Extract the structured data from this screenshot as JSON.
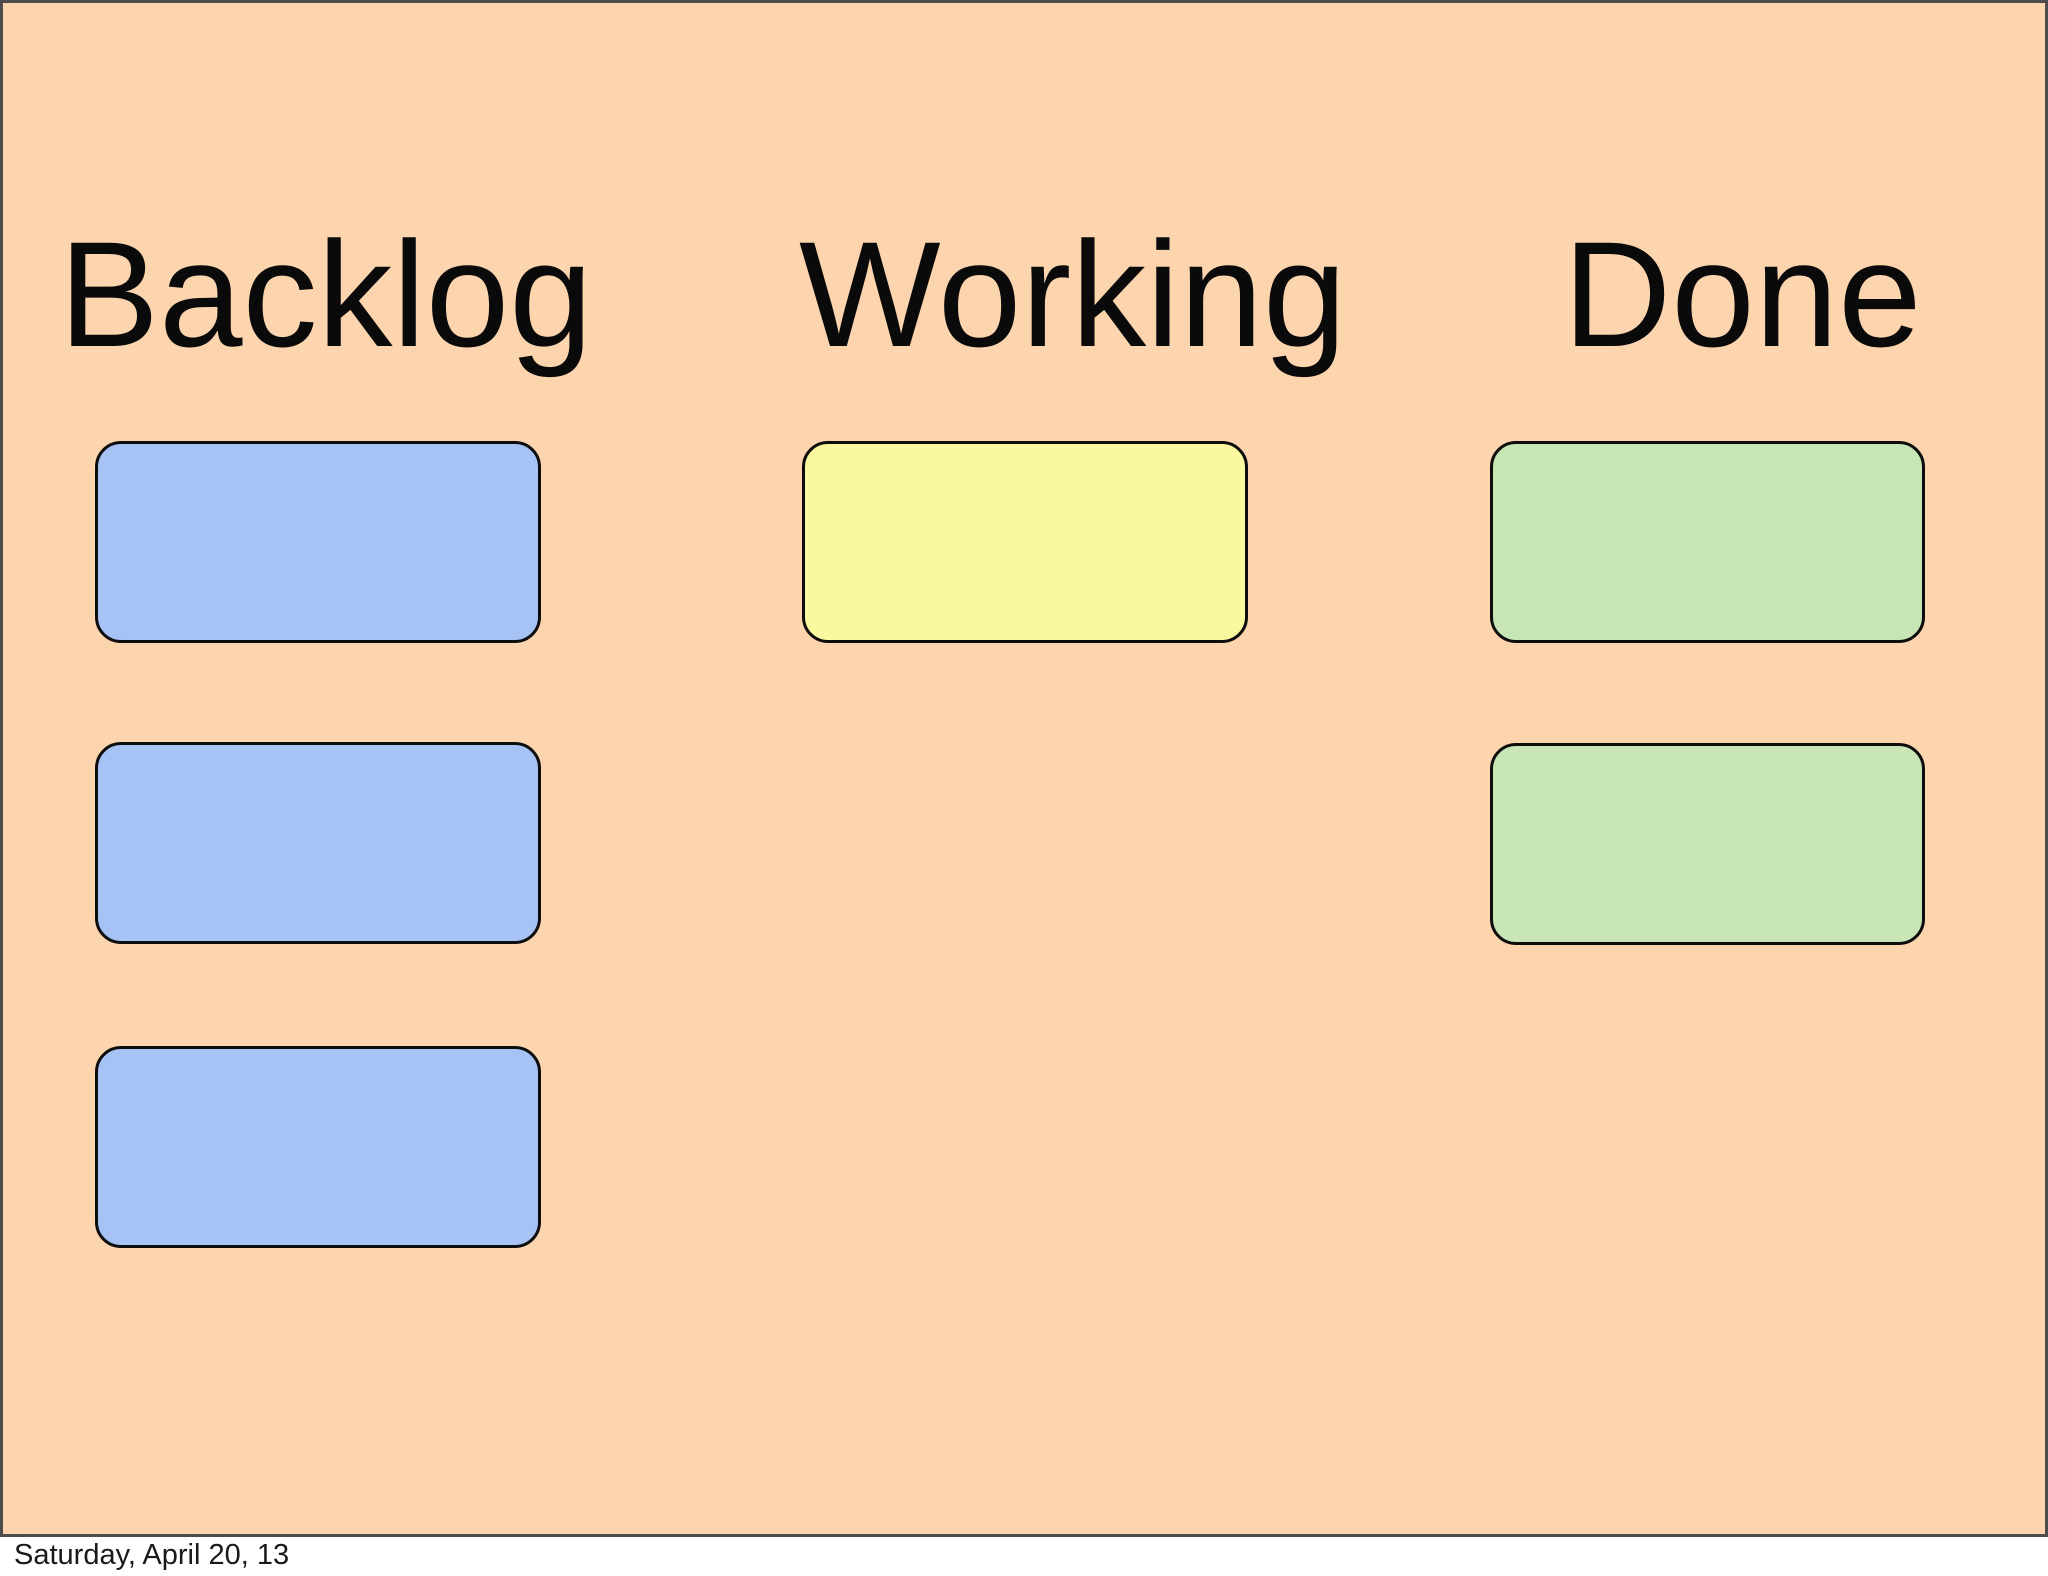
{
  "slide": {
    "background_color": "#fcd4ad",
    "border_color": "#4c4c4c",
    "title_color": "#0a0a0a",
    "card_border_color": "#0d0d0d",
    "columns": [
      {
        "title": "Backlog",
        "card_color": "#a7c2f4",
        "card_count": 3
      },
      {
        "title": "Working",
        "card_color": "#fbf99f",
        "card_count": 1
      },
      {
        "title": "Done",
        "card_color": "#c8e5b5",
        "card_count": 2
      }
    ]
  },
  "footer": {
    "date": "Saturday, April 20, 13",
    "text_color": "#1a1a1a",
    "background_color": "#ffffff"
  }
}
